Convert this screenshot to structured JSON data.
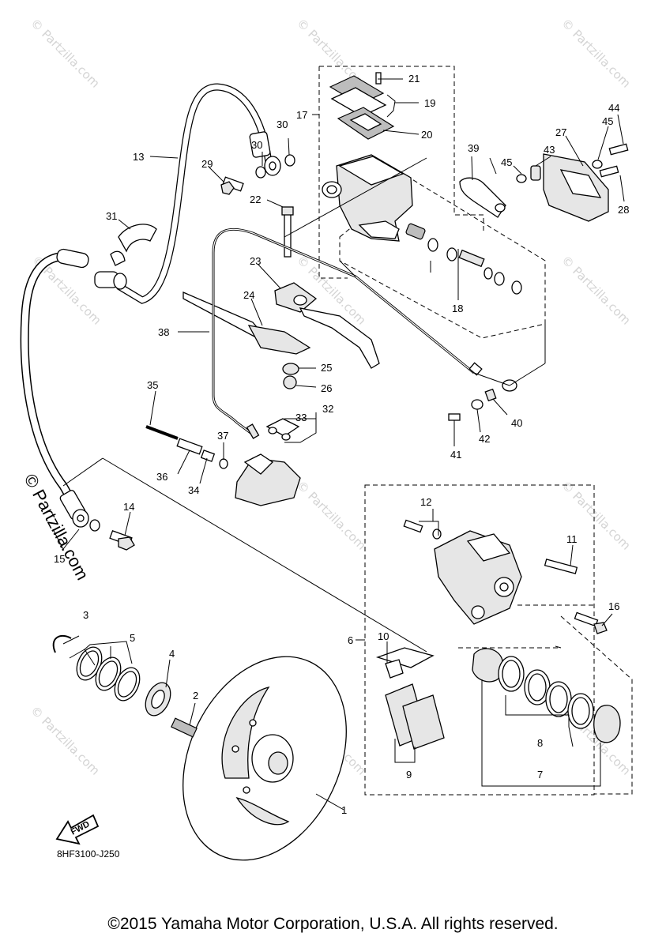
{
  "diagram": {
    "drawing_code": "8HF3100-J250",
    "fwd_label": "FWD",
    "watermark": "© Partzilla.com",
    "copyright": "©2015 Yamaha Motor Corporation, U.S.A. All rights reserved."
  },
  "callouts": [
    "1",
    "2",
    "3",
    "4",
    "5",
    "6",
    "7",
    "8",
    "9",
    "10",
    "11",
    "12",
    "13",
    "14",
    "15",
    "16",
    "17",
    "18",
    "19",
    "20",
    "21",
    "22",
    "23",
    "24",
    "25",
    "26",
    "27",
    "28",
    "29",
    "30",
    "30",
    "31",
    "32",
    "33",
    "34",
    "35",
    "36",
    "37",
    "38",
    "39",
    "40",
    "41",
    "42",
    "43",
    "44",
    "45",
    "45"
  ]
}
